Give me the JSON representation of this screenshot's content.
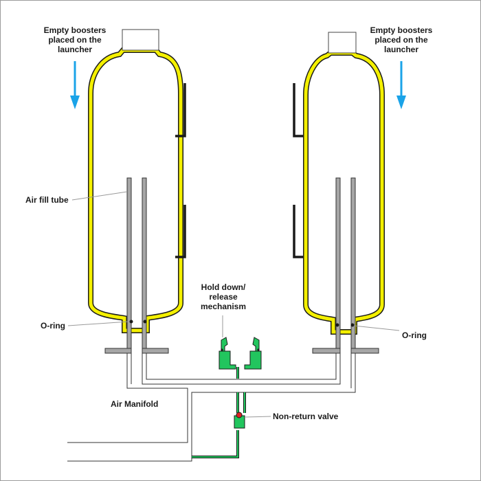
{
  "labels": {
    "booster_left": [
      "Empty boosters",
      "placed on the",
      "launcher"
    ],
    "booster_right": [
      "Empty boosters",
      "placed on the",
      "launcher"
    ],
    "air_fill_tube": "Air fill tube",
    "o_ring_left": "O-ring",
    "o_ring_right": "O-ring",
    "hold_down": [
      "Hold down/",
      "release",
      "mechanism"
    ],
    "air_manifold": "Air Manifold",
    "non_return_valve": "Non-return valve"
  },
  "colors": {
    "bottle": "#f4f000",
    "outline": "#1a1a1a",
    "tube": "#a6a6a6",
    "mechanism": "#22c55e",
    "arrow": "#1aa3e8",
    "valve_ball": "#dd2222"
  }
}
